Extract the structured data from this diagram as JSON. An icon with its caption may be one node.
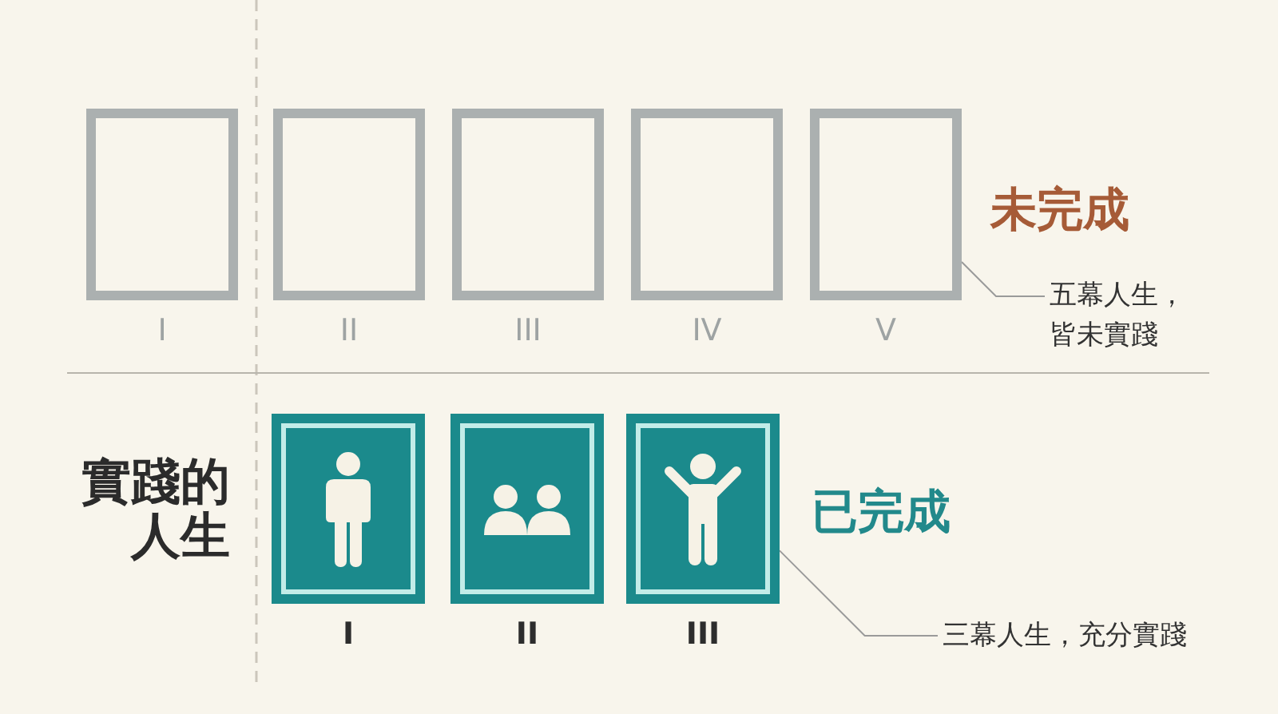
{
  "diagram": {
    "nodes": [
      {
        "text": [],
        "shape": "box",
        "beside": [
          "I"
        ]
      },
      {
        "text": [],
        "shape": "box",
        "beside": [
          "II"
        ]
      },
      {
        "text": [],
        "shape": "box",
        "beside": [
          "III"
        ]
      },
      {
        "text": [],
        "shape": "box",
        "beside": [
          "IV"
        ]
      },
      {
        "text": [],
        "shape": "box",
        "beside": [
          "V"
        ]
      },
      {
        "text": [
          "五幕人生，皆未實踐"
        ]
      },
      {
        "text": [],
        "shape": "picture",
        "beside": [
          "I"
        ]
      },
      {
        "text": [],
        "shape": "picture",
        "beside": [
          "II"
        ]
      },
      {
        "text": [],
        "shape": "picture",
        "beside": [
          "III"
        ]
      },
      {
        "text": [
          "三幕人生，充分實踐"
        ]
      }
    ],
    "edges": [
      {
        "from": 5,
        "to": 4,
        "arrow": "none"
      },
      {
        "from": 9,
        "to": 8,
        "arrow": "none"
      }
    ],
    "labels": [
      "未完成",
      "實踐的人生",
      "已完成"
    ]
  }
}
